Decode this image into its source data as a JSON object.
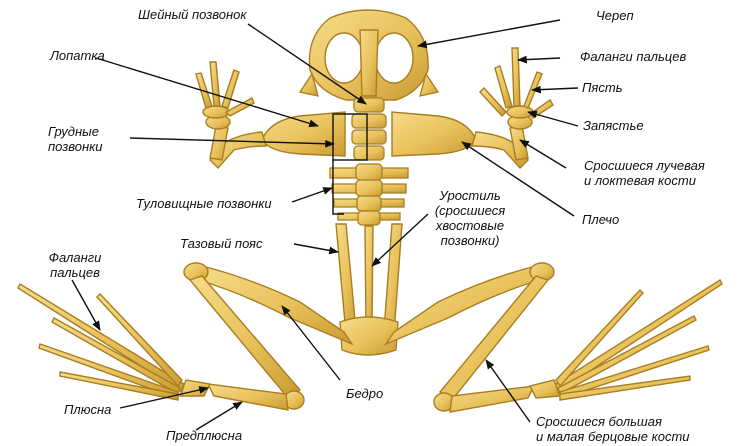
{
  "labels": {
    "cervical_vertebra": "Шейный позвонок",
    "skull": "Череп",
    "scapula": "Лопатка",
    "fingers_right": "Фаланги пальцев",
    "metacarpus": "Пясть",
    "wrist": "Запястье",
    "thoracic_line1": "Грудные",
    "thoracic_line2": "позвонки",
    "radioulna_line1": "Сросшиеся лучевая",
    "radioulna_line2": "и локтевая кости",
    "trunk_vertebrae": "Туловищные позвонки",
    "urostyle_line1": "Уростиль",
    "urostyle_line2": "(сросшиеся",
    "urostyle_line3": "хвостовые",
    "urostyle_line4": "позвонки)",
    "shoulder": "Плечо",
    "pelvic_girdle": "Тазовый пояс",
    "toes_line1": "Фаланги",
    "toes_line2": "пальцев",
    "femur": "Бедро",
    "metatarsus": "Плюсна",
    "tarsus": "Предплюсна",
    "tibiofibula_line1": "Сросшиеся большая",
    "tibiofibula_line2": "и малая берцовые кости"
  },
  "colors": {
    "bone_fill": "#E8C15A",
    "bone_stroke": "#A87E22",
    "line": "#111111"
  }
}
